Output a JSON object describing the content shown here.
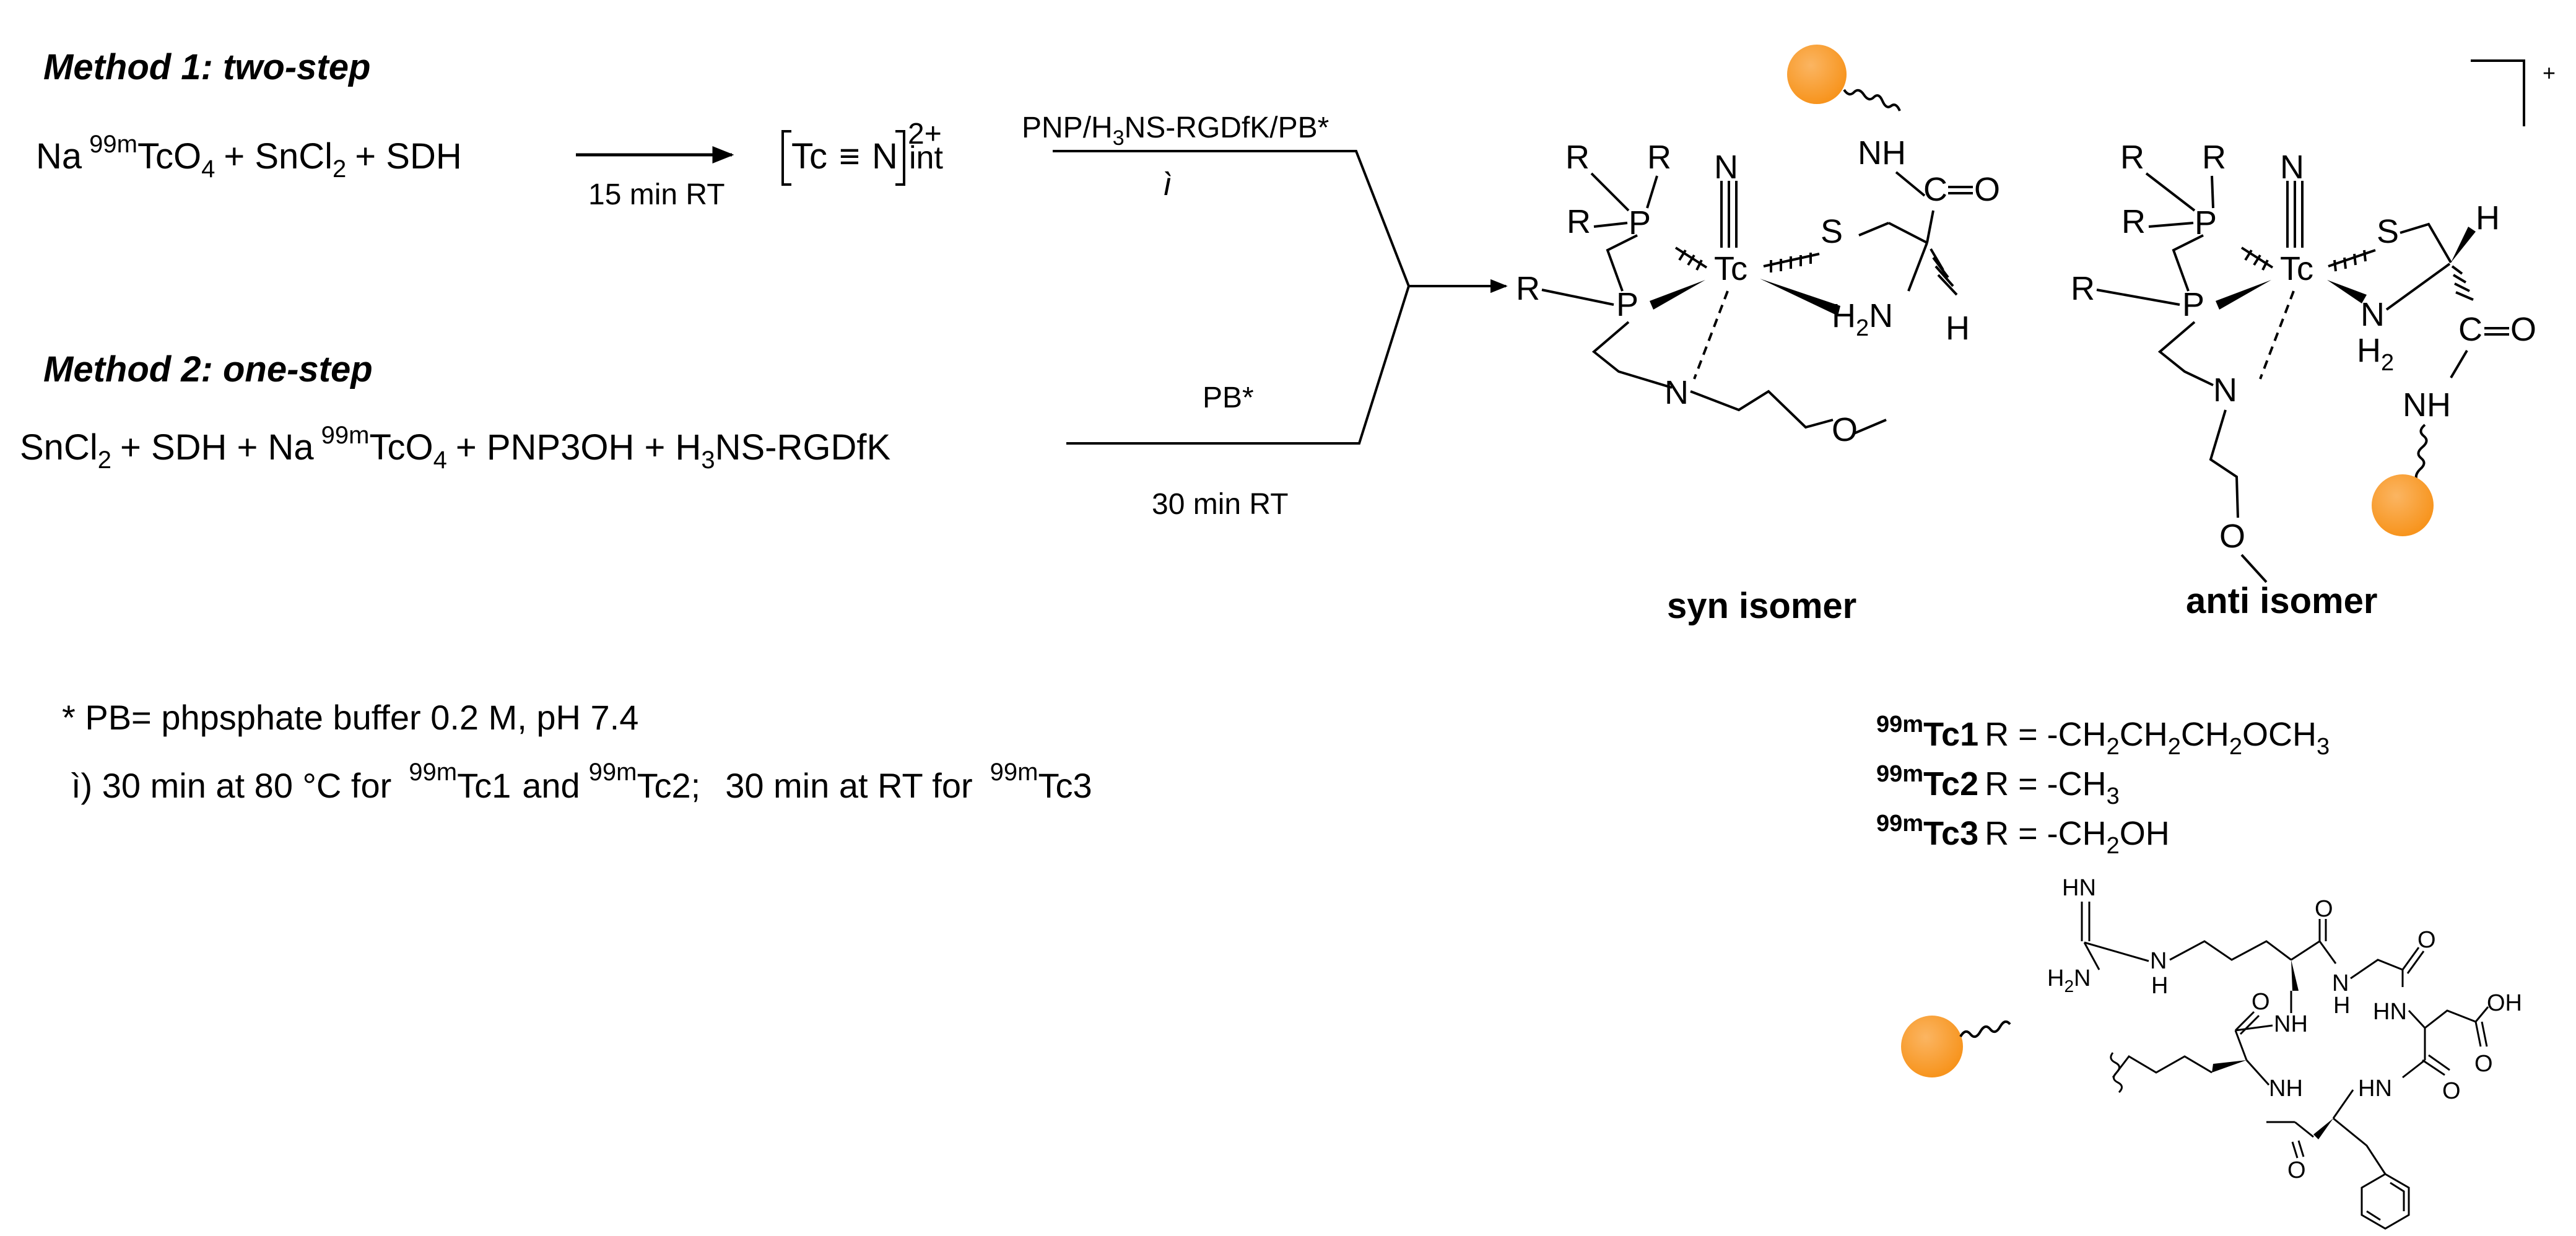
{
  "method1": {
    "title": "Method 1: two-step",
    "na": "Na",
    "na_iso": "99m",
    "tco": "TcO",
    "tco_sub": "4",
    "plus_sncl": "+ SnCl",
    "sncl_sub": "2",
    "plus_sdh": "+  SDH",
    "arrow_label": "15 min RT",
    "intermediate_tc": "Tc",
    "intermediate_triple": "≡",
    "intermediate_n": "N",
    "intermediate_charge": "2+",
    "intermediate_int": "int",
    "reagent_a": "PNP/H",
    "reagent_a_sub": "3",
    "reagent_b": "NS-RGDfK/PB*",
    "condition_mark": "ì"
  },
  "method2": {
    "title": "Method 2: one-step",
    "sncl": "SnCl",
    "sncl_sub": "2",
    "plus_sdh": "+  SDH + Na",
    "na_iso": "99m",
    "tco": "TcO",
    "tco_sub": "4",
    "plus_pnp": "+  PNP3OH + H",
    "h_sub": "3",
    "ligand": "NS-RGDfK",
    "buffer": "PB*",
    "time": "30 min RT"
  },
  "notes": {
    "pb": "* PB= phpsphate buffer 0.2 M, pH 7.4",
    "cond_prefix": "ì)  30 min at 80 °C for",
    "iso": "99m",
    "tc1": "Tc1",
    "and": "and",
    "tc2": "Tc2;",
    "rt_for": "30 min at RT for",
    "tc3": "Tc3"
  },
  "complexes": {
    "syn_label": "syn isomer",
    "anti_label": "anti isomer",
    "charge": "+",
    "atoms": {
      "R": "R",
      "P": "P",
      "N": "N",
      "Tc": "Tc",
      "S": "S",
      "H": "H",
      "O": "O",
      "NH": "NH",
      "H2N_H": "H",
      "H2N_sub": "2",
      "H2N_N": "N",
      "H2_H": "H",
      "H2_sub": "2"
    }
  },
  "legend": {
    "iso": "99m",
    "tc1": "Tc1",
    "tc1_r": "R = -CH",
    "tc1_s1": "2",
    "tc1_r2": "CH",
    "tc1_s2": "2",
    "tc1_r3": "CH",
    "tc1_s3": "2",
    "tc1_r4": "OCH",
    "tc1_s4": "3",
    "tc2": "Tc2",
    "tc2_r": "R = -CH",
    "tc2_s": "3",
    "tc3": "Tc3",
    "tc3_r": "R = -CH",
    "tc3_s": "2",
    "tc3_r2": "OH"
  },
  "rgd": {
    "h2n": "H",
    "h2n_sub": "2",
    "h2n_n": "N",
    "hn_top": "HN",
    "n_h": "H",
    "n_n": "N",
    "o": "O",
    "nh": "NH",
    "hn": "HN",
    "oh": "OH"
  },
  "colors": {
    "bead": "#f7941d",
    "bead_highlight": "#fbb562",
    "ink": "#000000"
  }
}
